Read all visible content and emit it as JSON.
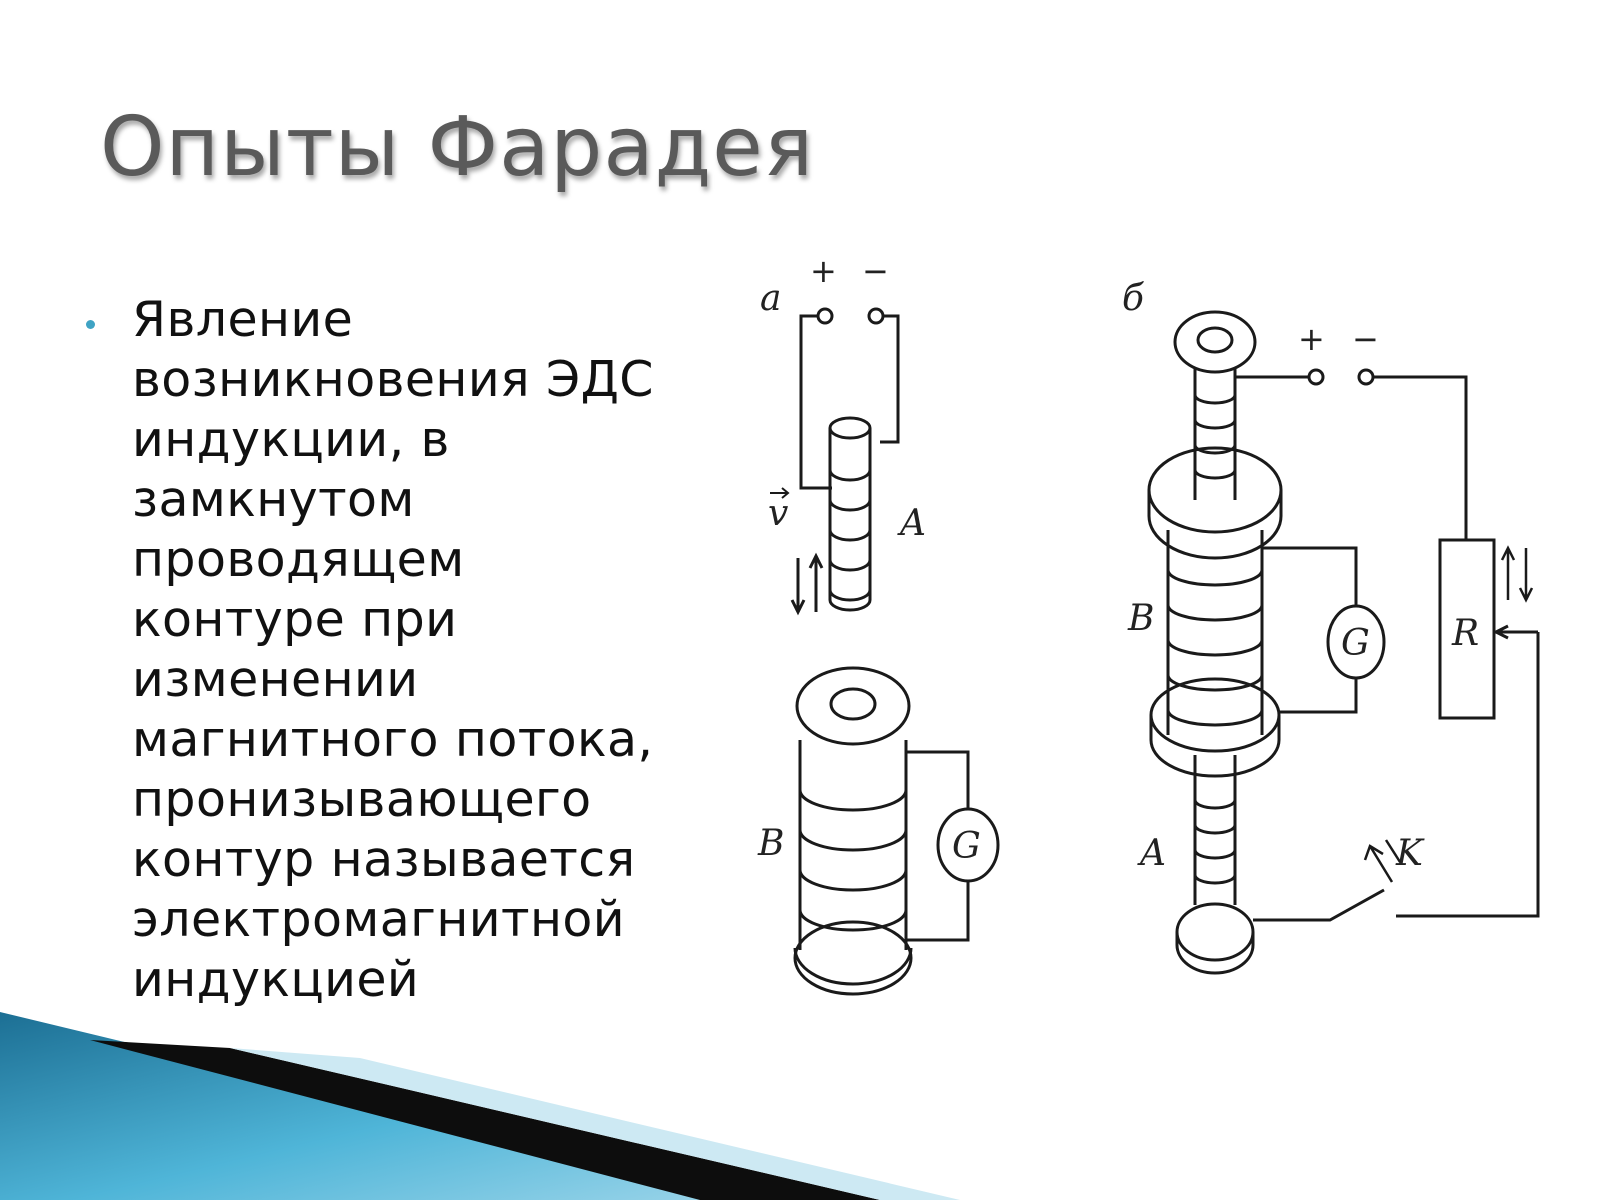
{
  "slide": {
    "title": "Опыты Фарадея",
    "bullet_lines": [
      "Явление",
      "возникновения ЭДС",
      "индукции, в",
      "замкнутом",
      "проводящем",
      "контуре при",
      "изменении",
      "магнитного потока,",
      "пронизывающего",
      "контур называется",
      "электромагнитной",
      "индукцией"
    ]
  },
  "figure_a": {
    "panel_label": "a",
    "plus": "+",
    "minus": "−",
    "velocity_label": "v",
    "coil_a_label": "A",
    "coil_b_label": "B",
    "galvanometer_label": "G"
  },
  "figure_b": {
    "panel_label": "б",
    "plus": "+",
    "minus": "−",
    "coil_b_label": "B",
    "coil_a_label": "A",
    "galvanometer_label": "G",
    "resistor_label": "R",
    "switch_label": "K"
  },
  "colors": {
    "title": "#5a5a5a",
    "bullet": "#3fa3c4",
    "accent_blue": "#1f7fa3"
  }
}
